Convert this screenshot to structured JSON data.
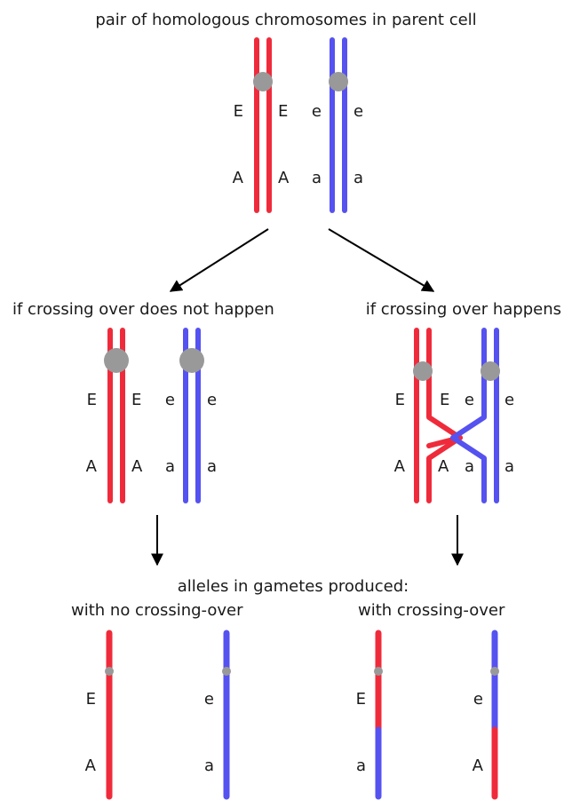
{
  "titles": {
    "top": "pair of homologous chromosomes in parent cell",
    "left_case": "if crossing over does not happen",
    "right_case": "if crossing over happens",
    "gametes": "alleles in gametes produced:",
    "gametes_left": "with no crossing-over",
    "gametes_right": "with crossing-over"
  },
  "alleles": {
    "E_upper": "E",
    "e_lower": "e",
    "A_upper": "A",
    "a_lower": "a"
  },
  "colors": {
    "maternal_red": "#ef2b3b",
    "paternal_blue": "#5552f0",
    "centromere_gray": "#999999",
    "arrow": "#000000"
  }
}
